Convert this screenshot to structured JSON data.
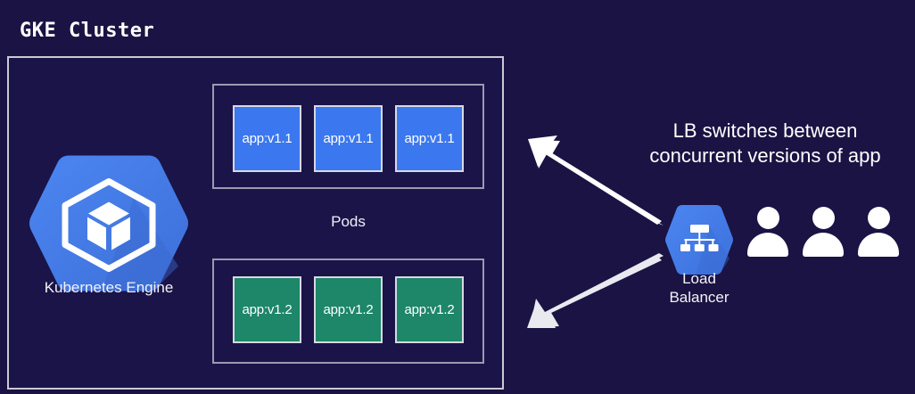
{
  "diagram": {
    "title": "GKE Cluster",
    "background_color": "#1a1343",
    "cluster_fill_color": "#1a1449",
    "border_color": "#c9c9d6"
  },
  "cluster": {
    "title": "GKE Cluster",
    "engine": {
      "label": "Kubernetes Engine",
      "icon": "kubernetes-engine-hexagon-icon",
      "hex_color": "#4285f4"
    },
    "pods_label": "Pods",
    "pod_groups": [
      {
        "version": "v1.1",
        "color": "#3b78ef",
        "pods": [
          {
            "label": "app:v1.1"
          },
          {
            "label": "app:v1.1"
          },
          {
            "label": "app:v1.1"
          }
        ]
      },
      {
        "version": "v1.2",
        "color": "#1e8669",
        "pods": [
          {
            "label": "app:v1.2"
          },
          {
            "label": "app:v1.2"
          },
          {
            "label": "app:v1.2"
          }
        ]
      }
    ]
  },
  "load_balancer": {
    "label_line1": "Load",
    "label_line2": "Balancer",
    "icon": "load-balancer-hexagon-icon",
    "hex_color": "#4285f4"
  },
  "callout": {
    "line1": "LB switches between",
    "line2": "concurrent versions of app",
    "text_color": "#ffffff"
  },
  "arrows": [
    {
      "name": "arrow-to-v11",
      "direction": "up-left",
      "color": "#ffffff"
    },
    {
      "name": "arrow-to-v12",
      "direction": "down-left",
      "color": "#e8e8ee"
    }
  ],
  "users": {
    "count": 3,
    "icon": "user-icon",
    "color": "#ffffff"
  }
}
